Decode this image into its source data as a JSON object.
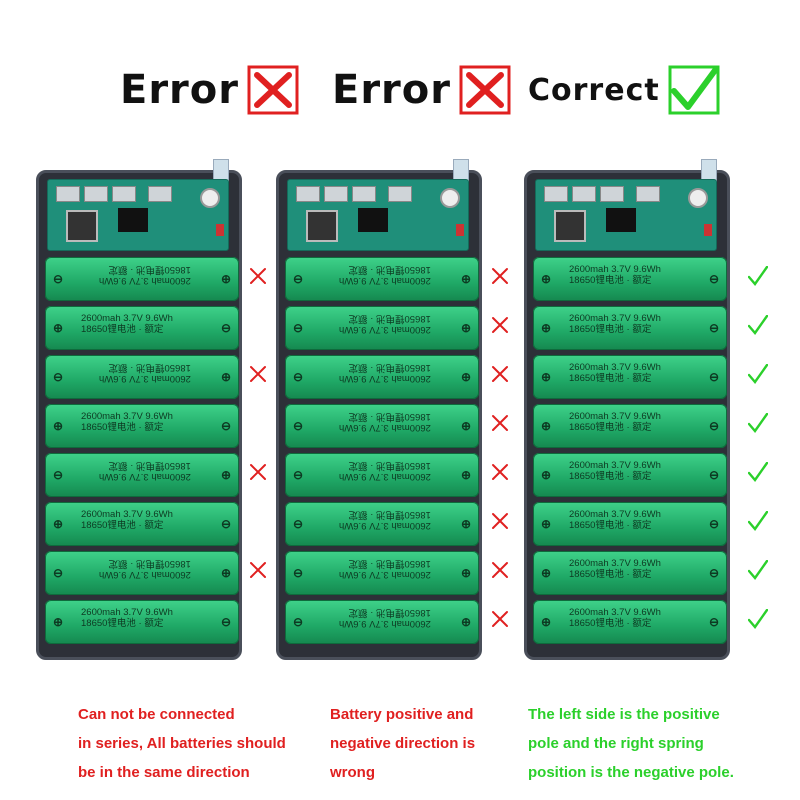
{
  "colors": {
    "error": "#e02020",
    "correct": "#2bd02b",
    "cell": "#1fa866"
  },
  "headers": [
    {
      "text": "Error",
      "icon": "x-icon"
    },
    {
      "text": "Error",
      "icon": "x-icon"
    },
    {
      "text": "Correct",
      "icon": "check-icon"
    }
  ],
  "battery_label": {
    "line1": "2600mah  3.7V  9.6Wh",
    "line2": "18650锂电池 · 额定",
    "plus": "⊕",
    "minus": "⊖"
  },
  "panels": [
    {
      "orientations": [
        "flip",
        "normal",
        "flip",
        "normal",
        "flip",
        "normal",
        "flip",
        "normal"
      ],
      "marks": [
        "x",
        "",
        "x",
        "",
        "x",
        "",
        "x",
        ""
      ]
    },
    {
      "orientations": [
        "flip",
        "flip",
        "flip",
        "flip",
        "flip",
        "flip",
        "flip",
        "flip"
      ],
      "marks": [
        "x",
        "x",
        "x",
        "x",
        "x",
        "x",
        "x",
        "x"
      ]
    },
    {
      "orientations": [
        "normal",
        "normal",
        "normal",
        "normal",
        "normal",
        "normal",
        "normal",
        "normal"
      ],
      "marks": [
        "check",
        "check",
        "check",
        "check",
        "check",
        "check",
        "check",
        "check"
      ]
    }
  ],
  "captions": [
    {
      "lines": [
        "Can not be connected",
        "in series, All batteries should",
        "be in the same direction"
      ]
    },
    {
      "lines": [
        "Battery positive and",
        "negative direction is",
        "wrong"
      ]
    },
    {
      "lines": [
        "The left side is the positive",
        "pole and the right spring",
        "position is the negative pole."
      ]
    }
  ]
}
